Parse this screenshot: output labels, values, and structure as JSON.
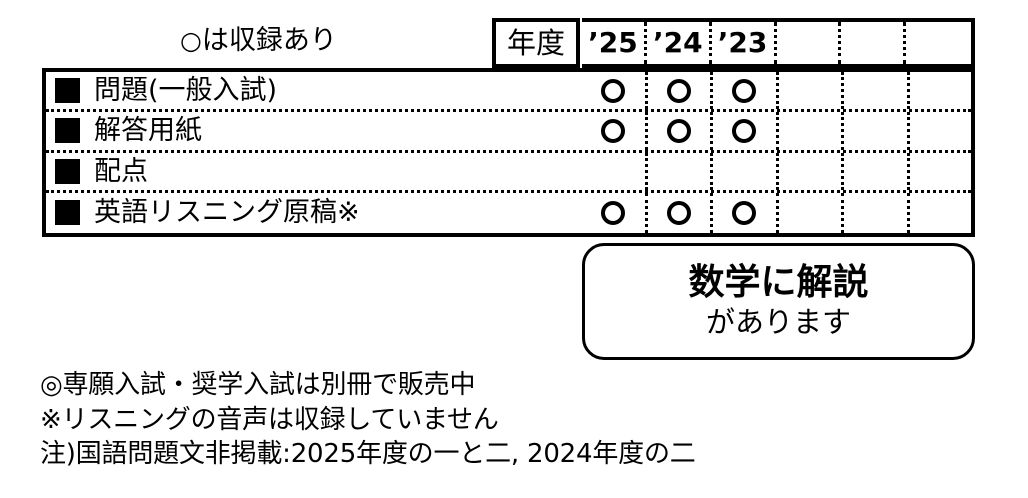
{
  "legend": {
    "ring_glyph": "○",
    "caption": "は収録あり"
  },
  "table": {
    "year_header_label": "年度",
    "year_columns": [
      "’25",
      "’24",
      "’23",
      "",
      "",
      ""
    ],
    "rows": [
      {
        "bullet": "filled-square",
        "label": "問題(一般入試)",
        "marks": [
          "○",
          "○",
          "○",
          "",
          "",
          ""
        ]
      },
      {
        "bullet": "filled-square",
        "label": "解答用紙",
        "marks": [
          "○",
          "○",
          "○",
          "",
          "",
          ""
        ]
      },
      {
        "bullet": "filled-square",
        "label": "配点",
        "marks": [
          "",
          "",
          "",
          "",
          "",
          ""
        ]
      },
      {
        "bullet": "filled-square",
        "label": "英語リスニング原稿※",
        "marks": [
          "○",
          "○",
          "○",
          "",
          "",
          ""
        ]
      }
    ]
  },
  "callout": {
    "line1": "数学に解説",
    "line2": "があります"
  },
  "footnotes": [
    "◎専願入試・奨学入試は別冊で販売中",
    "※リスニングの音声は収録していません",
    "注)国語問題文非掲載:2025年度の一と二, 2024年度の二"
  ],
  "colors": {
    "ink": "#000000",
    "paper": "#ffffff"
  }
}
